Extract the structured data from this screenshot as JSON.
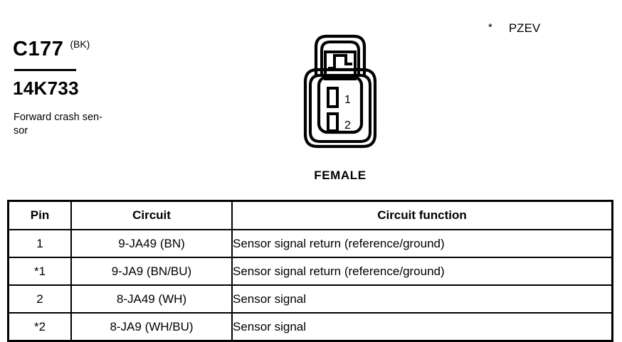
{
  "connector": {
    "code": "C177",
    "color_code": "(BK)",
    "part_number": "14K733",
    "description": "Forward crash sen-\nsor",
    "gender_label": "FEMALE",
    "pin_labels": [
      "1",
      "2"
    ]
  },
  "note": {
    "marker": "*",
    "text": "PZEV"
  },
  "table": {
    "headers": {
      "pin": "Pin",
      "circuit": "Circuit",
      "function": "Circuit function"
    },
    "rows": [
      {
        "pin": "1",
        "circuit": "9-JA49 (BN)",
        "function": "Sensor signal return (reference/ground)"
      },
      {
        "pin": "*1",
        "circuit": "9-JA9 (BN/BU)",
        "function": "Sensor signal return (reference/ground)"
      },
      {
        "pin": "2",
        "circuit": "8-JA49 (WH)",
        "function": "Sensor signal"
      },
      {
        "pin": "*2",
        "circuit": "8-JA9 (WH/BU)",
        "function": "Sensor signal"
      }
    ]
  },
  "colors": {
    "ink": "#000000",
    "background": "#ffffff"
  }
}
